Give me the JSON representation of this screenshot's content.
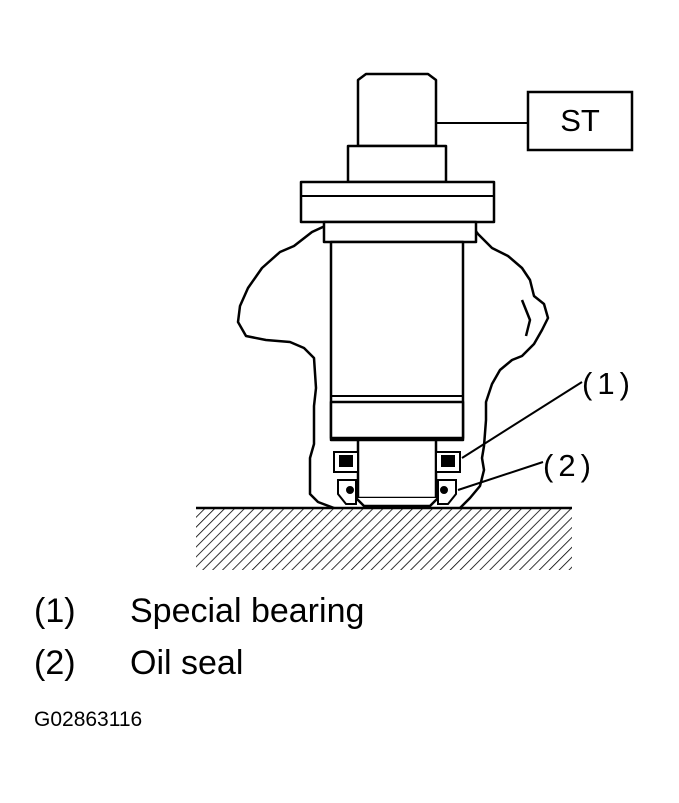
{
  "figure": {
    "tool_label": "ST",
    "callouts": [
      "(1)",
      "(2)"
    ]
  },
  "legend": [
    {
      "num": "(1)",
      "text": "Special bearing"
    },
    {
      "num": "(2)",
      "text": "Oil seal"
    }
  ],
  "figure_id": "G02863116"
}
